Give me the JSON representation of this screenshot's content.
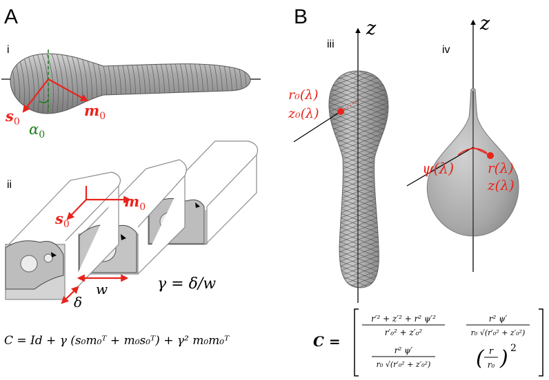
{
  "panel_a": {
    "letter": "A",
    "sub_i": "i",
    "sub_ii": "ii",
    "s0": "s",
    "m0": "m",
    "sub0": "0",
    "alpha": "α",
    "delta": "δ",
    "w": "w",
    "gamma_eq": "γ = δ/w",
    "c_eq": "C = Id + γ (s₀m₀ᵀ + m₀s₀ᵀ) + γ² m₀m₀ᵀ"
  },
  "panel_b": {
    "letter": "B",
    "sub_iii": "iii",
    "sub_iv": "iv",
    "z_axis": "z",
    "r0": "r₀(λ)",
    "z0": "z₀(λ)",
    "psi": "ψ(λ)",
    "r": "r(λ)",
    "zl": "z(λ)",
    "c_lhs": "C =",
    "m11_num": "r′² + z′² + r² ψ′²",
    "m11_den": "r′₀² + z′₀²",
    "m12_num": "r² ψ′",
    "m12_den": "r₀ √(r′₀² + z′₀²)",
    "m21_num": "r² ψ′",
    "m21_den": "r₀ √(r′₀² + z′₀²)",
    "m22_num": "r",
    "m22_den": "r₀",
    "m22_exp": "2"
  },
  "colors": {
    "red": "#e8241c",
    "green": "#1b7d1b",
    "shape_gray": "#9a9a9a"
  }
}
